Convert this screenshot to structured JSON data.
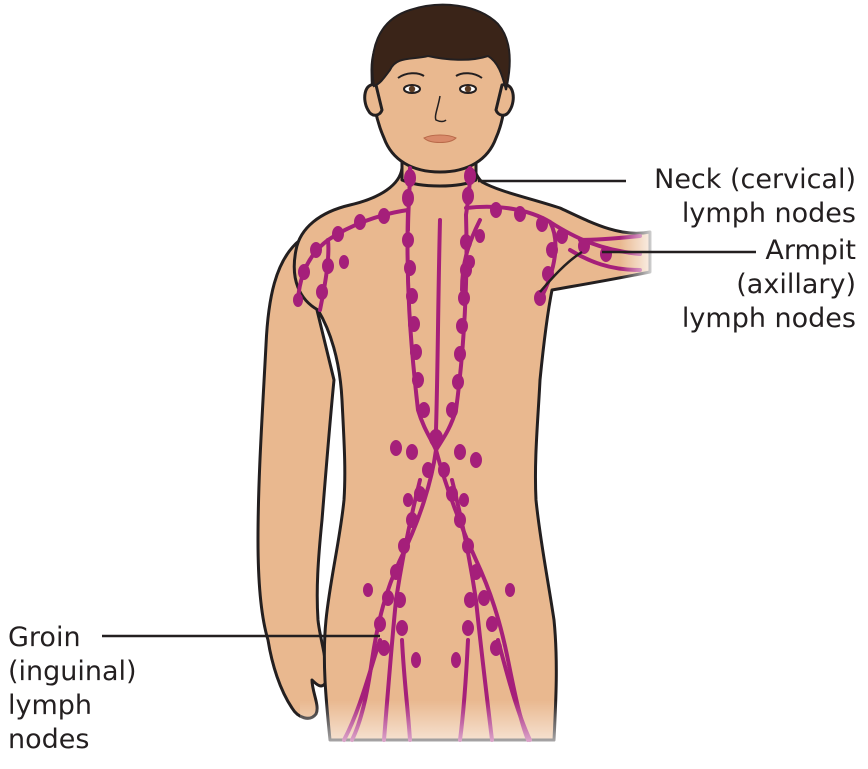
{
  "labels": {
    "neck": {
      "line1": "Neck (cervical)",
      "line2": "lymph nodes"
    },
    "armpit": {
      "line1": "Armpit",
      "line2": "(axillary)",
      "line3": "lymph nodes"
    },
    "groin": {
      "line1": "Groin",
      "line2": "(inguinal)",
      "line3": "lymph",
      "line4": "nodes"
    }
  },
  "colors": {
    "skin": "#e9b88f",
    "skin_shadow": "#d9a177",
    "hair": "#3a2418",
    "lymph": "#a51f7a",
    "outline": "#231f20",
    "lips": "#d98a6a"
  }
}
